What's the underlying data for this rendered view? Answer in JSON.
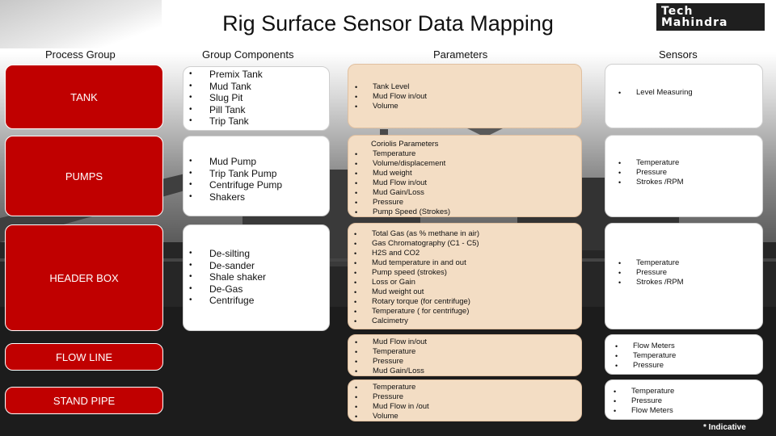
{
  "title": "Rig Surface Sensor Data Mapping",
  "logo": {
    "line1": "Tech",
    "line2": "Mahindra"
  },
  "headers": {
    "process_group": "Process Group",
    "group_components": "Group Components",
    "parameters": "Parameters",
    "sensors": "Sensors"
  },
  "rows": [
    {
      "group": "TANK",
      "components": [
        "Premix Tank",
        "Mud Tank",
        "Slug Pit",
        "Pill Tank",
        "Trip Tank"
      ],
      "parameters_heading": "",
      "parameters": [
        "Tank Level",
        "Mud Flow in/out",
        "Volume"
      ],
      "sensors": [
        "Level Measuring"
      ]
    },
    {
      "group": "PUMPS",
      "components": [
        "Mud Pump",
        "Trip Tank Pump",
        "Centrifuge Pump",
        "Shakers"
      ],
      "parameters_heading": "Coriolis Parameters",
      "parameters": [
        "Temperature",
        "Volume/displacement",
        "Mud weight",
        "Mud Flow in/out",
        "Mud Gain/Loss",
        "Pressure",
        "Pump Speed (Strokes)"
      ],
      "sensors": [
        "Temperature",
        "Pressure",
        "Strokes /RPM"
      ]
    },
    {
      "group": "HEADER BOX",
      "components": [
        "De-silting",
        "De-sander",
        "Shale shaker",
        "De-Gas",
        "Centrifuge"
      ],
      "parameters_heading": "",
      "parameters": [
        "Total Gas (as % methane in air)",
        "Gas Chromatography (C1 - C5)",
        "H2S and CO2",
        "Mud temperature in and out",
        "Pump speed (strokes)",
        "Loss or Gain",
        "Mud weight out",
        "Rotary torque (for centrifuge)",
        "Temperature ( for centrifuge)",
        "Calcimetry"
      ],
      "sensors": [
        "Temperature",
        "Pressure",
        "Strokes /RPM"
      ]
    },
    {
      "group": "FLOW LINE",
      "components": [],
      "parameters_heading": "",
      "parameters": [
        "Mud Flow in/out",
        "Temperature",
        "Pressure",
        "Mud Gain/Loss"
      ],
      "sensors": [
        "Flow Meters",
        "Temperature",
        "Pressure"
      ]
    },
    {
      "group": "STAND PIPE",
      "components": [],
      "parameters_heading": "",
      "parameters": [
        "Temperature",
        "Pressure",
        "Mud Flow in /out",
        "Volume"
      ],
      "sensors": [
        "Temperature",
        "Pressure",
        "Flow Meters"
      ]
    }
  ],
  "footnote": "* Indicative",
  "colors": {
    "process_group_fill": "#c00000",
    "parameters_fill": "#f3ddc4",
    "title_text": "#111111"
  }
}
